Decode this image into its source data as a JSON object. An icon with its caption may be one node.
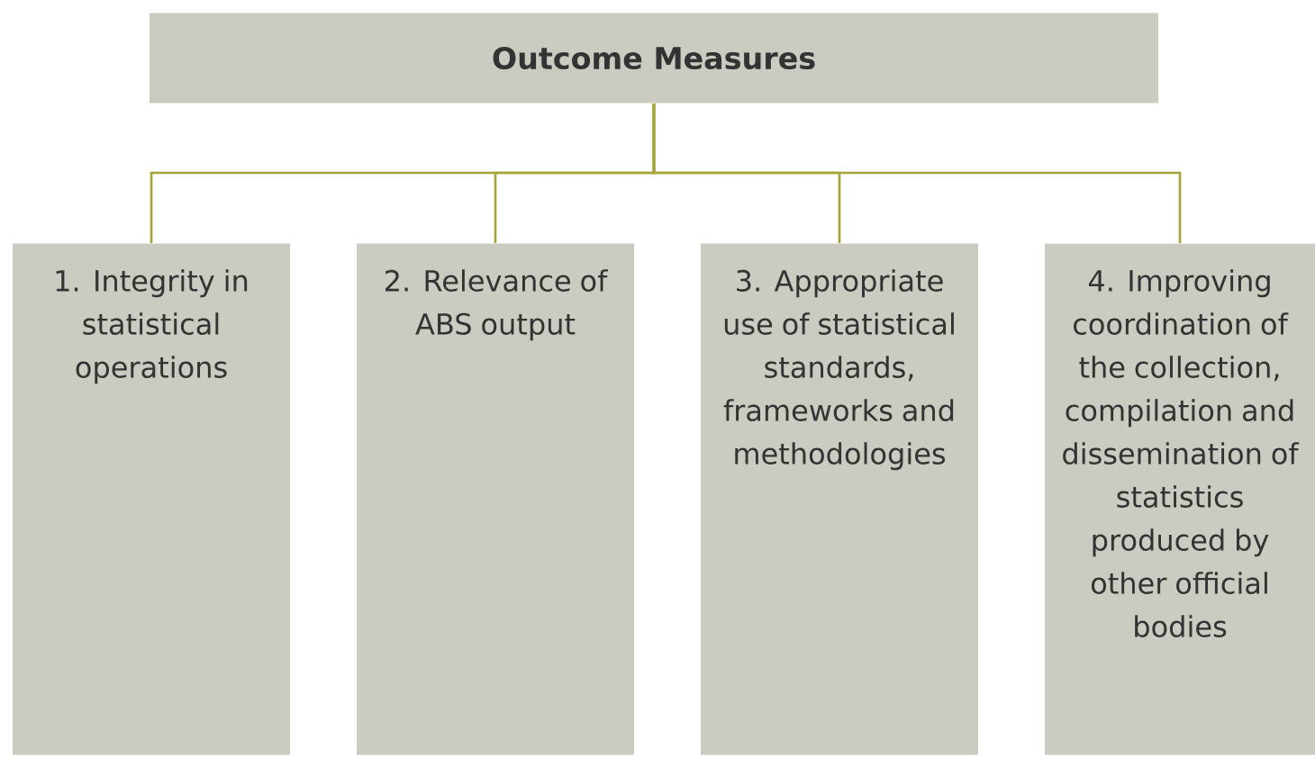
{
  "diagram": {
    "nodes": [
      {
        "text": [
          "Outcome Measures"
        ]
      },
      {
        "text": [
          "1. Integrity in statistical operations"
        ]
      },
      {
        "text": [
          "2. Relevance of ABS output"
        ]
      },
      {
        "text": [
          "3. Appropriate use of statistical standards, frameworks and methodologies"
        ]
      },
      {
        "text": [
          "4. Improving coordination of the collection, compilation and dissemination of statistics produced by other official bodies"
        ]
      }
    ],
    "edges": [
      {
        "from": 0,
        "to": 1,
        "arrow": "none"
      },
      {
        "from": 0,
        "to": 2,
        "arrow": "none"
      },
      {
        "from": 0,
        "to": 3,
        "arrow": "none"
      },
      {
        "from": 0,
        "to": 4,
        "arrow": "none"
      }
    ]
  }
}
